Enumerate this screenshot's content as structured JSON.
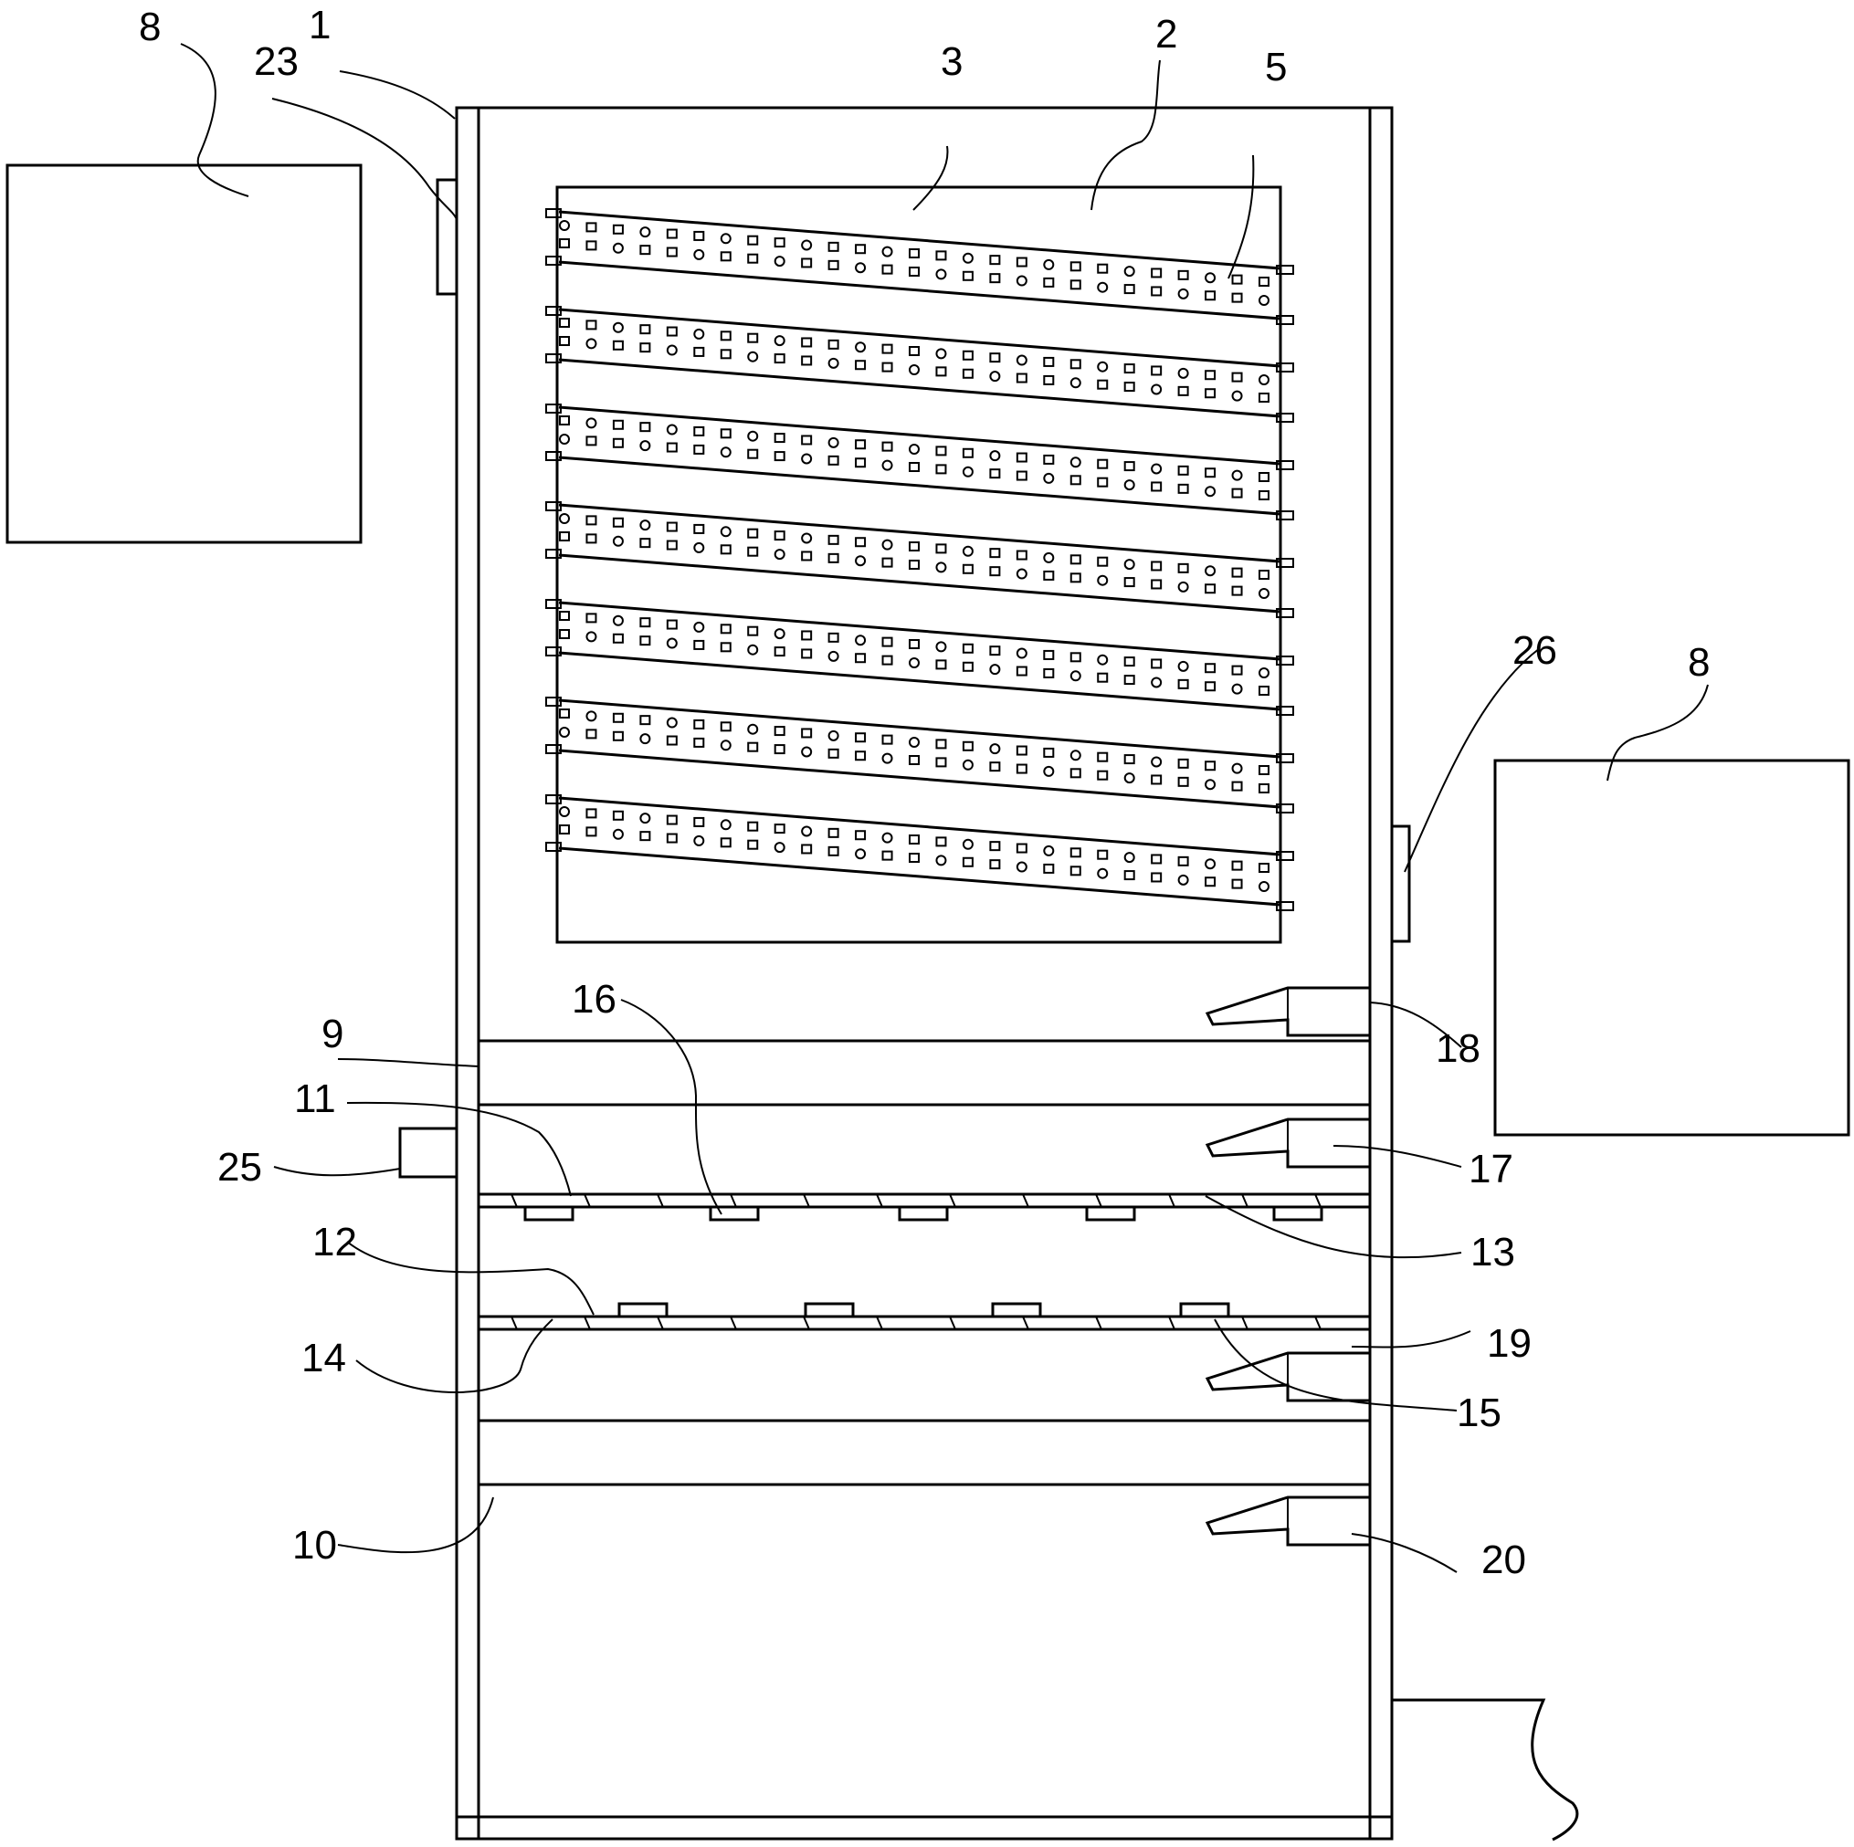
{
  "labels": {
    "l1": "1",
    "l2": "2",
    "l3": "3",
    "l5": "5",
    "l8a": "8",
    "l8b": "8",
    "l9": "9",
    "l10": "10",
    "l11": "11",
    "l12": "12",
    "l13": "13",
    "l14": "14",
    "l15": "15",
    "l16": "16",
    "l17": "17",
    "l18": "18",
    "l19": "19",
    "l20": "20",
    "l23": "23",
    "l25": "25",
    "l26": "26"
  },
  "colors": {
    "line": "#000000",
    "background": "#ffffff"
  }
}
